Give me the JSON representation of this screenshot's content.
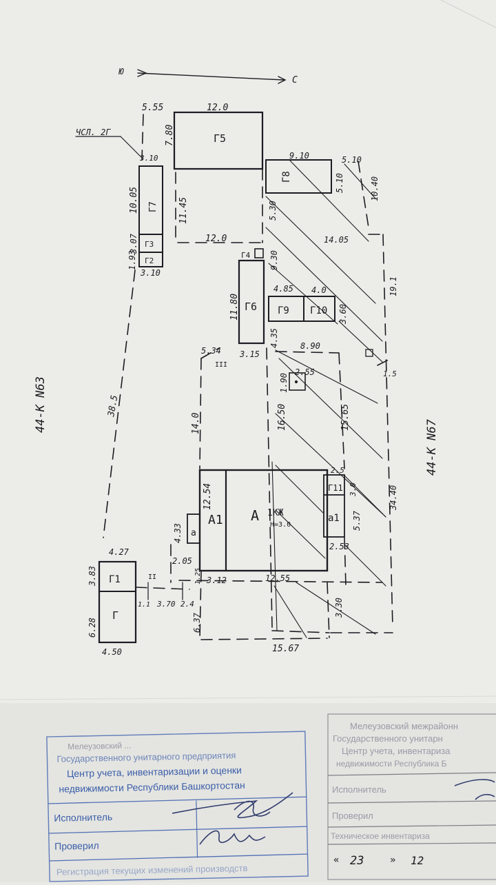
{
  "compass": {
    "south": "Ю",
    "north": "С"
  },
  "neighbors": {
    "left": "44-К N63",
    "right": "44-К N67"
  },
  "buildings": {
    "g5": "Г5",
    "g8": "Г8",
    "g4": "Г4",
    "g3": "Г3",
    "g2": "Г2",
    "g7": "Г7",
    "g6": "Г6",
    "g9": "Г9",
    "g10": "Г10",
    "g11": "Г11",
    "g1": "Г1",
    "g": "Г",
    "a1_left": "А1",
    "a_main": "А",
    "a_main_mat": "1КЖ",
    "a_main_h": "Н=3.0",
    "a_small": "а",
    "a1_right": "а1",
    "marker_ii": "II",
    "marker_iii": "III"
  },
  "dimensions": {
    "d555": "5.55",
    "d120_top": "12.0",
    "d780": "7.80",
    "label_isl": "ЧСЛ. 2Г",
    "d310_top": "3.10",
    "d910": "9.10",
    "d510_top": "5.10",
    "d510_side": "5.10",
    "d1040": "10.40",
    "d1005": "10.05",
    "d1145": "11.45",
    "d530": "5.30",
    "d307": "3.07",
    "d193": "1.93",
    "d310_bot": "3.10",
    "d120_mid": "12.0",
    "d1405": "14.05",
    "d930": "9.30",
    "d191": "19.1",
    "d485": "4.85",
    "d40": "4.0",
    "d360": "3.60",
    "d1180": "11.80",
    "d435": "4.35",
    "d534": "5.34",
    "d315": "3.15",
    "d890": "8.90",
    "d255": "2.55",
    "d190": "1.90",
    "d15": "1.5",
    "d385": "38.5",
    "d140": "14.0",
    "d1650": "16.50",
    "d1565": "15.65",
    "d25": "2.5",
    "d30": "3.0",
    "d1254": "12.54",
    "d537": "5.37",
    "d3440": "34.40",
    "d433": "4.33",
    "d253": "2.53",
    "d205": "2.05",
    "d427": "4.27",
    "d383": "3.83",
    "d125": "1.25",
    "d312": "3.12",
    "d1255": "12.55",
    "d11": "1.1",
    "d370": "3.70",
    "d24": "2.4",
    "d628": "6.28",
    "d637": "6.37",
    "d330": "3.30",
    "d450": "4.50",
    "d1567": "15.67"
  },
  "stamp_left": {
    "line0": "Мелеузовский ...",
    "line1": "Государственного унитарного предприятия",
    "line2": "Центр учета, инвентаризации и оценки",
    "line3": "недвижимости Республики Башкортостан",
    "executor": "Исполнитель",
    "checked": "Проверил",
    "registration": "Регистрация текущих изменений производств"
  },
  "stamp_right": {
    "line1": "Мелеузовский межрайонн",
    "line2": "Государственного унитарн",
    "line3": "Центр учета, инвентариза",
    "line4": "недвижимости Республика Б",
    "executor": "Исполнитель",
    "checked": "Проверил",
    "tech": "Техническое инвентариза",
    "date_day": "23",
    "date_month": "12"
  },
  "colors": {
    "ink": "#1c1c20",
    "stamp": "#3a5ea8",
    "paper": "#e9e9e6"
  }
}
